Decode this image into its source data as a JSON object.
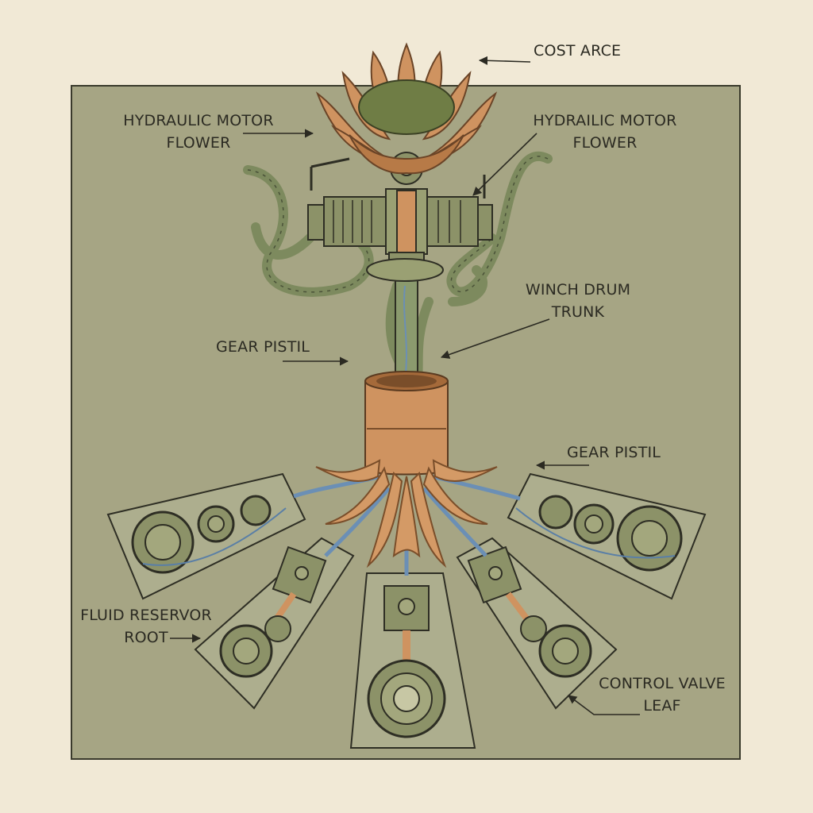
{
  "colors": {
    "background": "#f1e9d6",
    "panel": "#a6a584",
    "panel_border": "#3a3a2c",
    "wood": "#cf9360",
    "wood_dark": "#a56a3a",
    "stem": "#8b9a6e",
    "machine": "#8c9268",
    "ink": "#2b2a22",
    "pipe_blue": "#6b8fb5"
  },
  "labels": {
    "cost_arce": "COST ARCE",
    "motor_left_line1": "HYDRAULIC MOTOR",
    "motor_left_line2": "FLOWER",
    "motor_right_line1": "HYDRAILIC MOTOR",
    "motor_right_line2": "FLOWER",
    "winch_line1": "WINCH DRUM",
    "winch_line2": "TRUNK",
    "gear_pistil_left": "GEAR PISTIL",
    "gear_pistil_right": "GEAR PISTIL",
    "reservoir_line1": "FLUID RESERVOR",
    "reservoir_line2": "ROOT",
    "valve_line1": "CONTROL VALVE",
    "valve_line2": "LEAF"
  }
}
